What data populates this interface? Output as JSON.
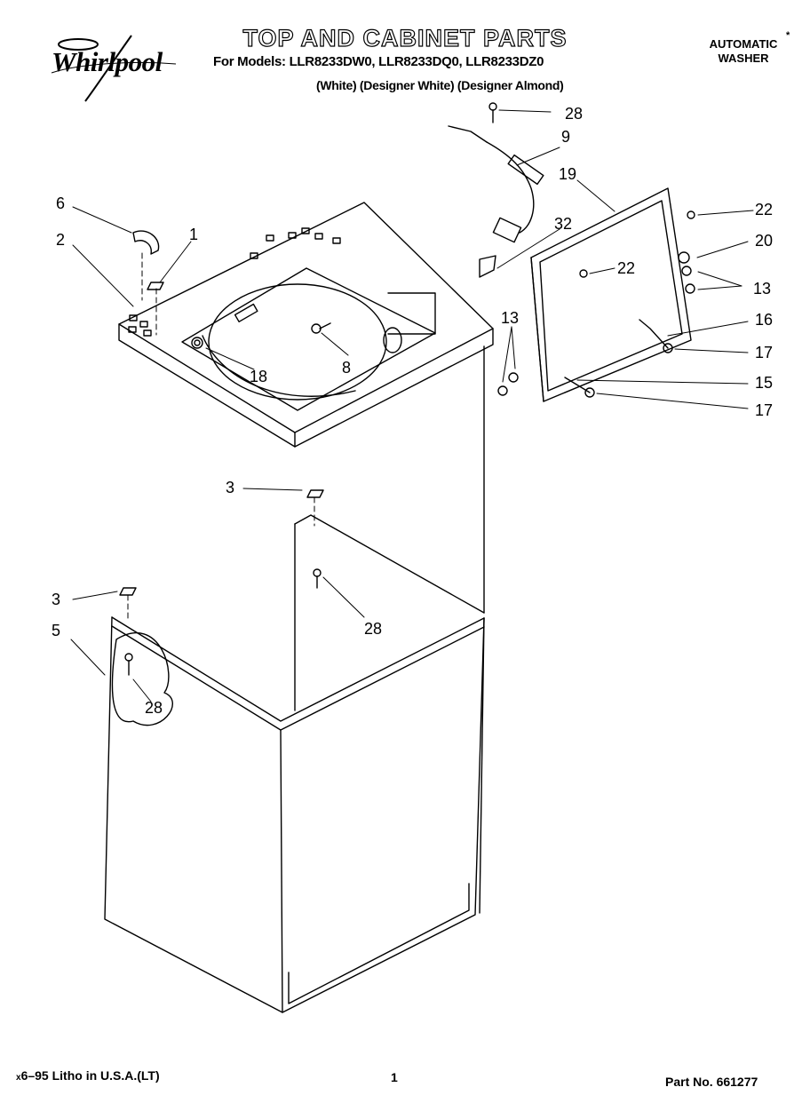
{
  "header": {
    "brand": "Whirlpool",
    "title": "TOP AND CABINET PARTS",
    "models_line": "For Models: LLR8233DW0, LLR8233DQ0, LLR8233DZ0",
    "variants_line": "(White)  (Designer White)  (Designer Almond)",
    "product_line1": "AUTOMATIC",
    "product_line2": "WASHER",
    "asterisk": "*"
  },
  "callouts": {
    "c1": "1",
    "c2": "2",
    "c3a": "3",
    "c3b": "3",
    "c5": "5",
    "c6": "6",
    "c8": "8",
    "c9": "9",
    "c13a": "13",
    "c13b": "13",
    "c15": "15",
    "c16": "16",
    "c17a": "17",
    "c17b": "17",
    "c18": "18",
    "c19": "19",
    "c20": "20",
    "c22a": "22",
    "c22b": "22",
    "c28a": "28",
    "c28b": "28",
    "c28c": "28",
    "c32": "32"
  },
  "footer": {
    "print_info": "6–95 Litho in U.S.A.(LT)",
    "print_marker": "x",
    "page_number": "1",
    "part_number": "Part No. 661277"
  }
}
